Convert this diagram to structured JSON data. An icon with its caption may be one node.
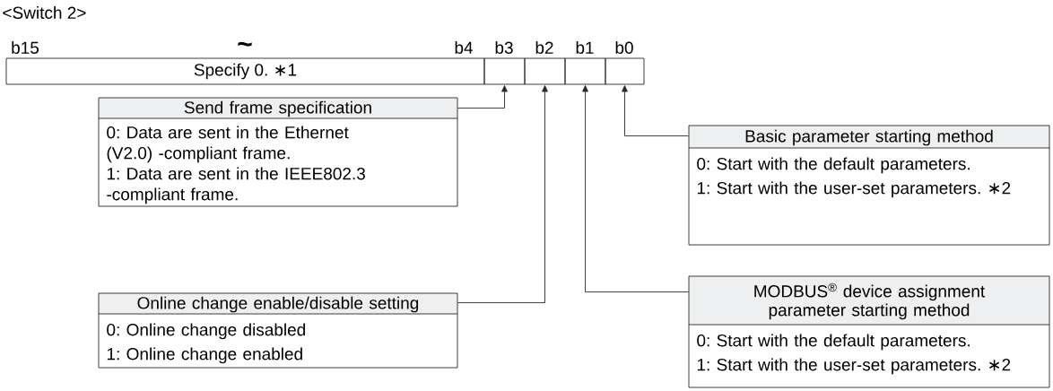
{
  "diagram": {
    "title": "<Switch 2>",
    "nodes": [
      {
        "text": [
          "Specify 0. ∗1"
        ]
      },
      {
        "text": [],
        "shape": "box"
      },
      {
        "text": [],
        "shape": "box"
      },
      {
        "text": [],
        "shape": "box"
      },
      {
        "text": [],
        "shape": "box"
      },
      {
        "text": [
          "Send frame specification",
          "0: Data are sent in the Ethernet (V2.0) -compliant frame.",
          "1: Data are sent in the IEEE802.3 -compliant frame."
        ]
      },
      {
        "text": [
          "Basic parameter starting method",
          "0: Start with the default parameters.",
          "1: Start with the user-set parameters. ∗2"
        ]
      },
      {
        "text": [
          "Online change enable/disable setting",
          "0: Online change disabled",
          "1: Online change enabled"
        ]
      },
      {
        "text": [
          "MODBUS$^{®}$ device assignment parameter starting method",
          "0: Start with the default parameters.",
          "1: Start with the user-set parameters. ∗2"
        ]
      }
    ],
    "edges": [
      {
        "from": 5,
        "to": 1,
        "arrow": "to"
      },
      {
        "from": 7,
        "to": 2,
        "arrow": "to"
      },
      {
        "from": 8,
        "to": 3,
        "arrow": "to"
      },
      {
        "from": 6,
        "to": 4,
        "arrow": "to"
      }
    ],
    "labels": [
      "b15",
      "~",
      "b4",
      "b3",
      "b2",
      "b1",
      "b0"
    ]
  }
}
